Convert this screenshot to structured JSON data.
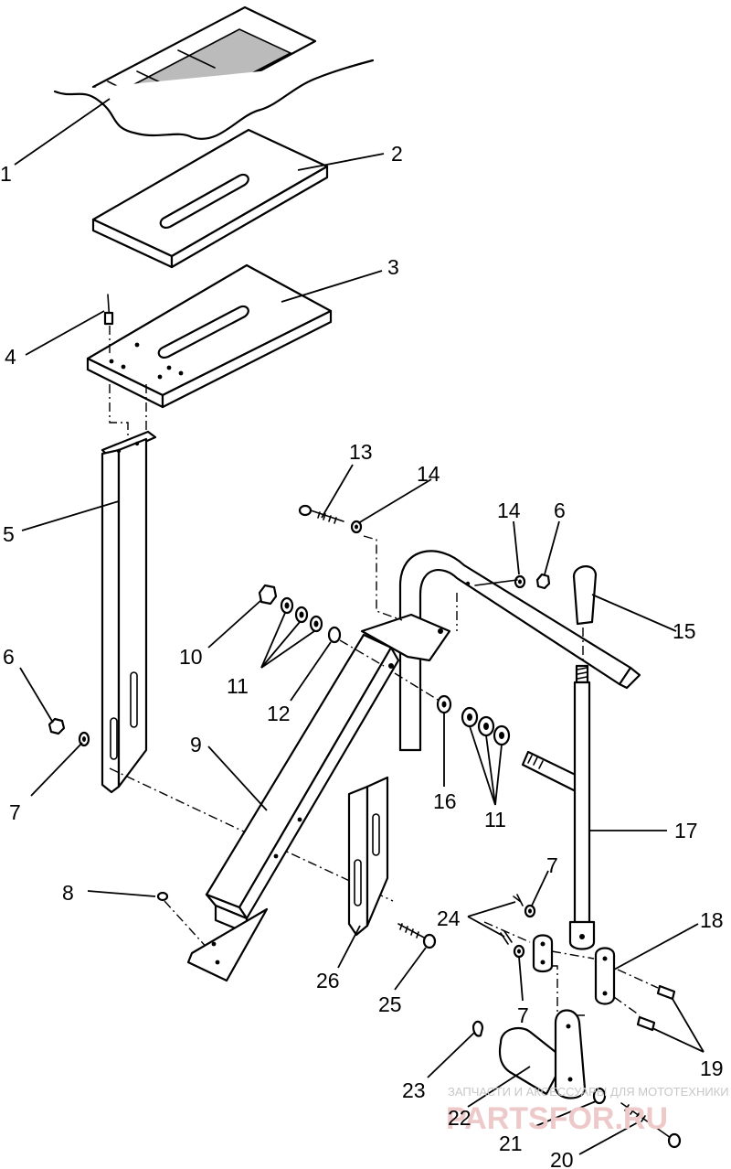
{
  "callouts": [
    {
      "id": "c1",
      "label": "1"
    },
    {
      "id": "c2",
      "label": "2"
    },
    {
      "id": "c3",
      "label": "3"
    },
    {
      "id": "c4",
      "label": "4"
    },
    {
      "id": "c5",
      "label": "5"
    },
    {
      "id": "c6a",
      "label": "6"
    },
    {
      "id": "c7a",
      "label": "7"
    },
    {
      "id": "c8",
      "label": "8"
    },
    {
      "id": "c9",
      "label": "9"
    },
    {
      "id": "c10",
      "label": "10"
    },
    {
      "id": "c11a",
      "label": "11"
    },
    {
      "id": "c12",
      "label": "12"
    },
    {
      "id": "c13",
      "label": "13"
    },
    {
      "id": "c14a",
      "label": "14"
    },
    {
      "id": "c14b",
      "label": "14"
    },
    {
      "id": "c6b",
      "label": "6"
    },
    {
      "id": "c15",
      "label": "15"
    },
    {
      "id": "c16",
      "label": "16"
    },
    {
      "id": "c11b",
      "label": "11"
    },
    {
      "id": "c17",
      "label": "17"
    },
    {
      "id": "c7b",
      "label": "7"
    },
    {
      "id": "c24",
      "label": "24"
    },
    {
      "id": "c18",
      "label": "18"
    },
    {
      "id": "c7c",
      "label": "7"
    },
    {
      "id": "c26",
      "label": "26"
    },
    {
      "id": "c25",
      "label": "25"
    },
    {
      "id": "c19",
      "label": "19"
    },
    {
      "id": "c23",
      "label": "23"
    },
    {
      "id": "c22",
      "label": "22"
    },
    {
      "id": "c21",
      "label": "21"
    },
    {
      "id": "c20",
      "label": "20"
    }
  ],
  "watermark": {
    "caption": "ЗАПЧАСТИ И АКСЕССУАРЫ ДЛЯ МОТОТЕХНИКИ",
    "logo": "PARTSFOR.RU"
  }
}
